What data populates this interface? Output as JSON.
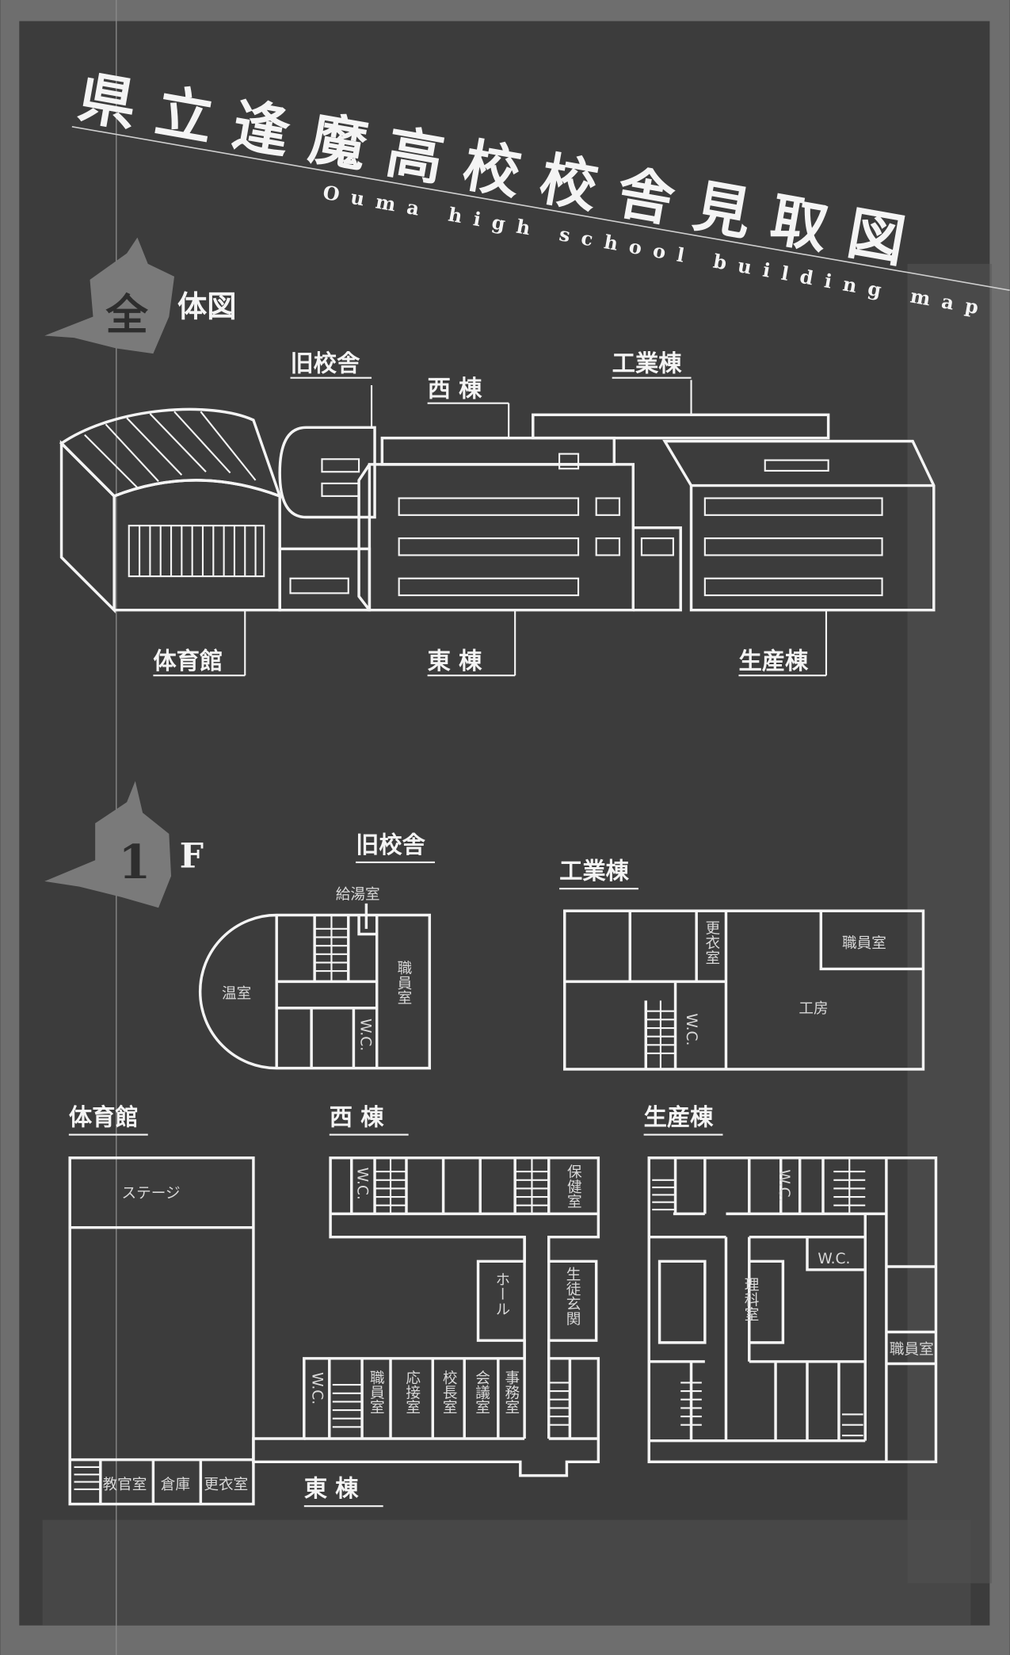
{
  "title": "県立逢魔高校校舎見取図",
  "subtitle": "Ouma high school building map",
  "overview": {
    "heading_mark": "全",
    "heading": "体図",
    "labels": {
      "old": "旧校舎",
      "west": "西 棟",
      "industrial": "工業棟",
      "gym": "体育館",
      "east": "東 棟",
      "production": "生産棟"
    }
  },
  "floor1": {
    "heading_mark": "1",
    "heading": "F",
    "old": {
      "label": "旧校舎",
      "rooms": {
        "kettle": "給湯室",
        "greenhouse": "温室",
        "staff": "職員室",
        "wc": "W.C."
      }
    },
    "industrial": {
      "label": "工業棟",
      "rooms": {
        "locker": "更衣室",
        "staff": "職員室",
        "workshop": "工房",
        "wc": "W.C."
      }
    },
    "gym": {
      "label": "体育館",
      "rooms": {
        "stage": "ステージ",
        "instructor": "教官室",
        "storage": "倉庫",
        "locker": "更衣室"
      }
    },
    "west": {
      "label": "西 棟",
      "rooms": {
        "wc": "W.C.",
        "infirmary": "保健室",
        "hall": "ホール",
        "entrance": "生徒玄関"
      }
    },
    "east": {
      "label": "東 棟",
      "rooms": {
        "wc": "W.C.",
        "staff": "職員室",
        "reception": "応接室",
        "principal": "校長室",
        "meeting": "会議室",
        "office": "事務室"
      }
    },
    "production": {
      "label": "生産棟",
      "rooms": {
        "wc1": "W.C.",
        "wc2": "W.C.",
        "science": "理科室",
        "staff": "職員室"
      }
    }
  }
}
